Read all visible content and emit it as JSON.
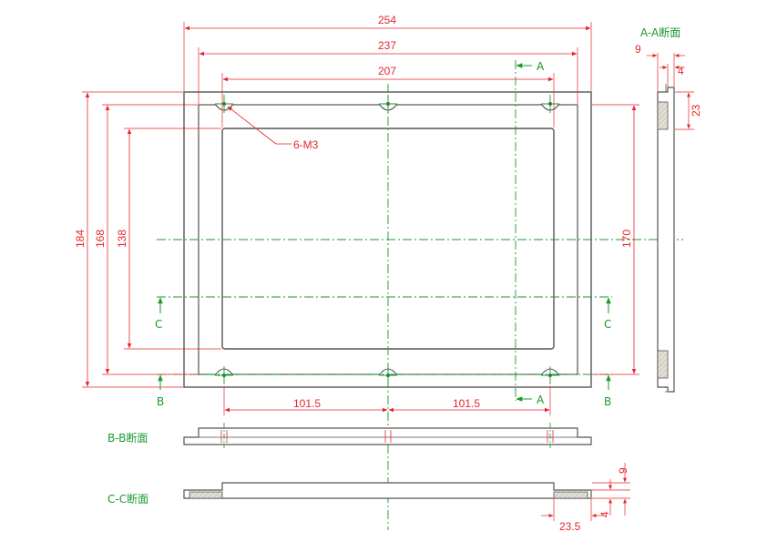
{
  "colors": {
    "outline": "#555555",
    "dimension": "#e8242b",
    "centerline": "#1a9a2f",
    "hatch": "#d3cfc4"
  },
  "dimensions": {
    "overall_width": "254",
    "bolt_width": "237",
    "opening_width": "207",
    "overall_height": "184",
    "bolt_height": "168",
    "opening_height": "138",
    "inner_height": "170",
    "half_left": "101.5",
    "half_right": "101.5",
    "thickness": "9",
    "step": "4",
    "lip": "23",
    "flange": "23.5"
  },
  "callouts": {
    "screw": "6-M3"
  },
  "sections": {
    "a_a": "A-A断面",
    "b_b": "B-B断面",
    "c_c": "C-C断面",
    "mark_a": "A",
    "mark_b": "B",
    "mark_c": "C"
  }
}
